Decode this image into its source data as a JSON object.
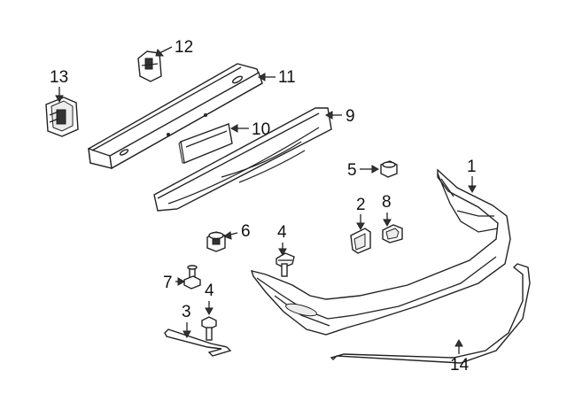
{
  "diagram": {
    "callouts": [
      {
        "id": "callout-1",
        "label": "1"
      },
      {
        "id": "callout-2",
        "label": "2"
      },
      {
        "id": "callout-3",
        "label": "3"
      },
      {
        "id": "callout-4a",
        "label": "4"
      },
      {
        "id": "callout-4b",
        "label": "4"
      },
      {
        "id": "callout-5",
        "label": "5"
      },
      {
        "id": "callout-6",
        "label": "6"
      },
      {
        "id": "callout-7",
        "label": "7"
      },
      {
        "id": "callout-8",
        "label": "8"
      },
      {
        "id": "callout-9",
        "label": "9"
      },
      {
        "id": "callout-10",
        "label": "10"
      },
      {
        "id": "callout-11",
        "label": "11"
      },
      {
        "id": "callout-12",
        "label": "12"
      },
      {
        "id": "callout-13",
        "label": "13"
      },
      {
        "id": "callout-14",
        "label": "14"
      }
    ]
  }
}
